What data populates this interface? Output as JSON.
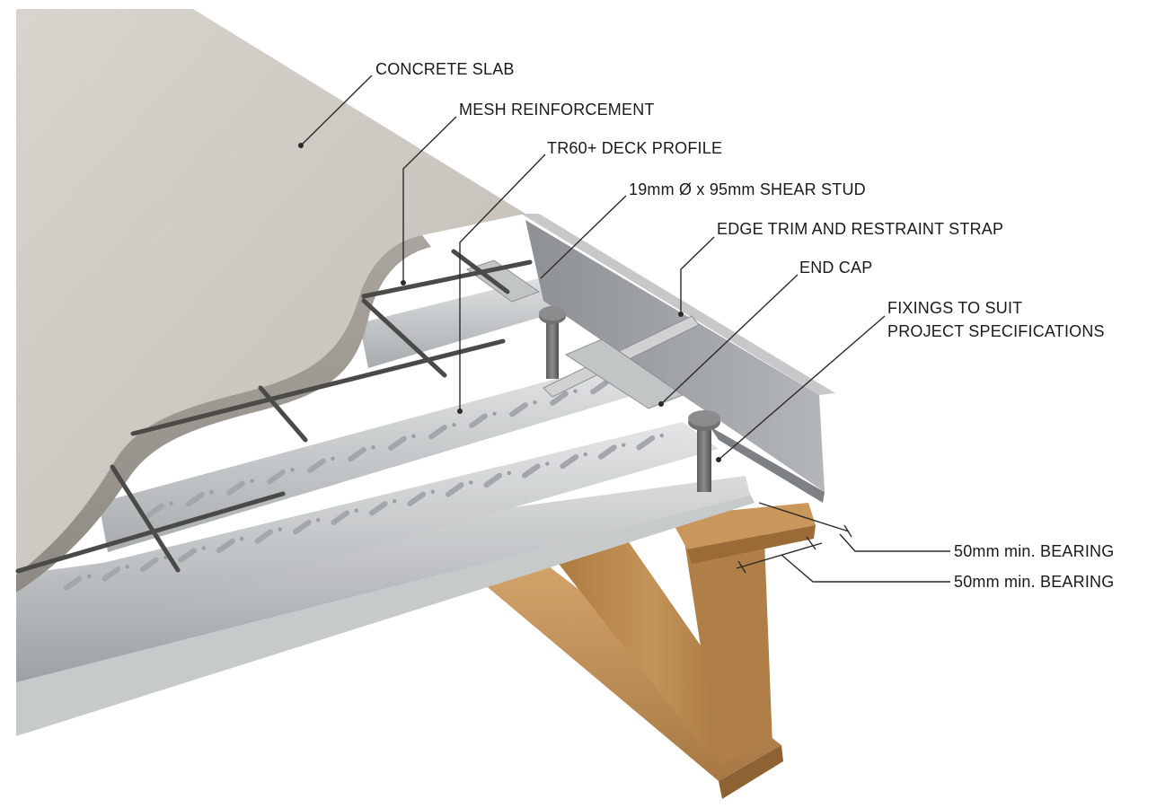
{
  "callouts": {
    "concrete_slab": "CONCRETE SLAB",
    "mesh_reinforcement": "MESH REINFORCEMENT",
    "deck_profile": "TR60+ DECK PROFILE",
    "shear_stud": "19mm Ø x 95mm SHEAR STUD",
    "edge_trim": "EDGE TRIM AND RESTRAINT STRAP",
    "end_cap": "END CAP",
    "fixings_line1": "FIXINGS TO SUIT",
    "fixings_line2": "PROJECT SPECIFICATIONS",
    "bearing_upper": "50mm min. BEARING",
    "bearing_lower": "50mm min. BEARING"
  },
  "colors": {
    "concrete": "#cfcac3",
    "deck_steel": "#bfc2c4",
    "steel_beam": "#b98a52",
    "edge_trim": "#9ea1a3",
    "rebar": "#4a4a48",
    "leader": "#2a2a2a"
  }
}
